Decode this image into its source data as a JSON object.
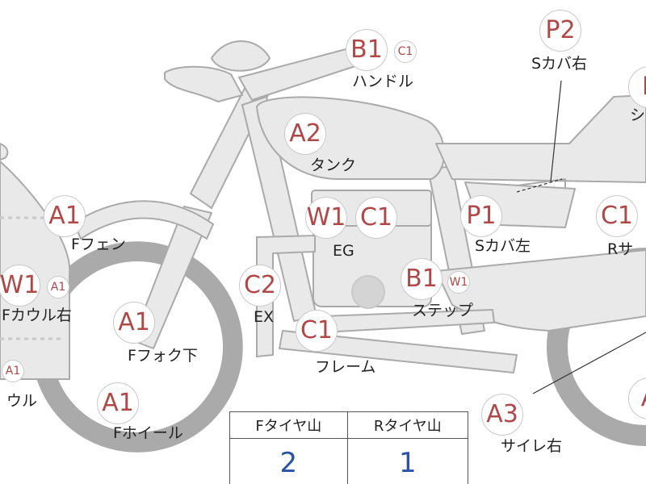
{
  "badges": [
    {
      "text": "P2",
      "size": "lg"
    },
    {
      "text": "P",
      "size": "lg"
    },
    {
      "text": "B1",
      "size": "lg"
    },
    {
      "text": "C1",
      "size": "sm"
    },
    {
      "text": "A2",
      "size": "lg"
    },
    {
      "text": "A1",
      "size": "lg"
    },
    {
      "text": "W1",
      "size": "lg"
    },
    {
      "text": "C1",
      "size": "lg"
    },
    {
      "text": "P1",
      "size": "lg"
    },
    {
      "text": "C1",
      "size": "lg"
    },
    {
      "text": "W1",
      "size": "lg"
    },
    {
      "text": "A1",
      "size": "sm"
    },
    {
      "text": "C2",
      "size": "lg"
    },
    {
      "text": "B1",
      "size": "lg"
    },
    {
      "text": "W1",
      "size": "sm"
    },
    {
      "text": "A1",
      "size": "lg"
    },
    {
      "text": "C1",
      "size": "lg"
    },
    {
      "text": "A1",
      "size": "sm"
    },
    {
      "text": "A1",
      "size": "lg"
    },
    {
      "text": "A3",
      "size": "lg"
    },
    {
      "text": "A",
      "size": "lg"
    }
  ],
  "labels": [
    {
      "text": "Sカバ右"
    },
    {
      "text": "シ"
    },
    {
      "text": "ハンドル"
    },
    {
      "text": "タンク"
    },
    {
      "text": "Fフェン"
    },
    {
      "text": "EG"
    },
    {
      "text": "Sカバ左"
    },
    {
      "text": "Rサ"
    },
    {
      "text": "Fカウル右"
    },
    {
      "text": "EX"
    },
    {
      "text": "ステップ"
    },
    {
      "text": "Fフォク下"
    },
    {
      "text": "フレーム"
    },
    {
      "text": "ウル"
    },
    {
      "text": "Fホイール"
    },
    {
      "text": "サイレ右"
    }
  ],
  "tire_table": {
    "headers": [
      "Fタイヤ山",
      "Rタイヤ山"
    ],
    "values": [
      "2",
      "1"
    ]
  },
  "colors": {
    "part_fill": "#e8e9e8",
    "part_stroke": "#aaaaaa",
    "badge_text": "#b04848",
    "value_text": "#2a52a8"
  }
}
